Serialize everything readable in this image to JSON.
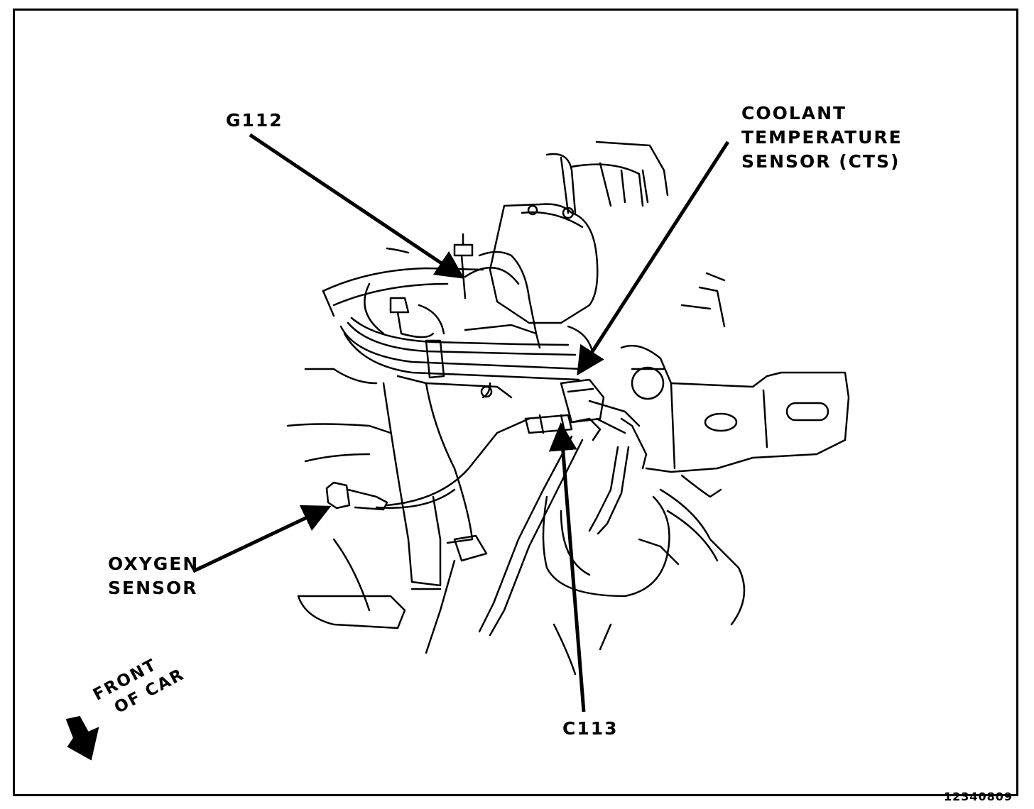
{
  "callouts": {
    "g112": "G112",
    "coolant_sensor": [
      "COOLANT",
      "TEMPERATURE",
      "SENSOR (CTS)"
    ],
    "oxygen_sensor": [
      "OXYGEN",
      "SENSOR"
    ],
    "c113": "C113"
  },
  "orientation": [
    "FRONT",
    "OF CAR"
  ],
  "document_number": "12340809"
}
